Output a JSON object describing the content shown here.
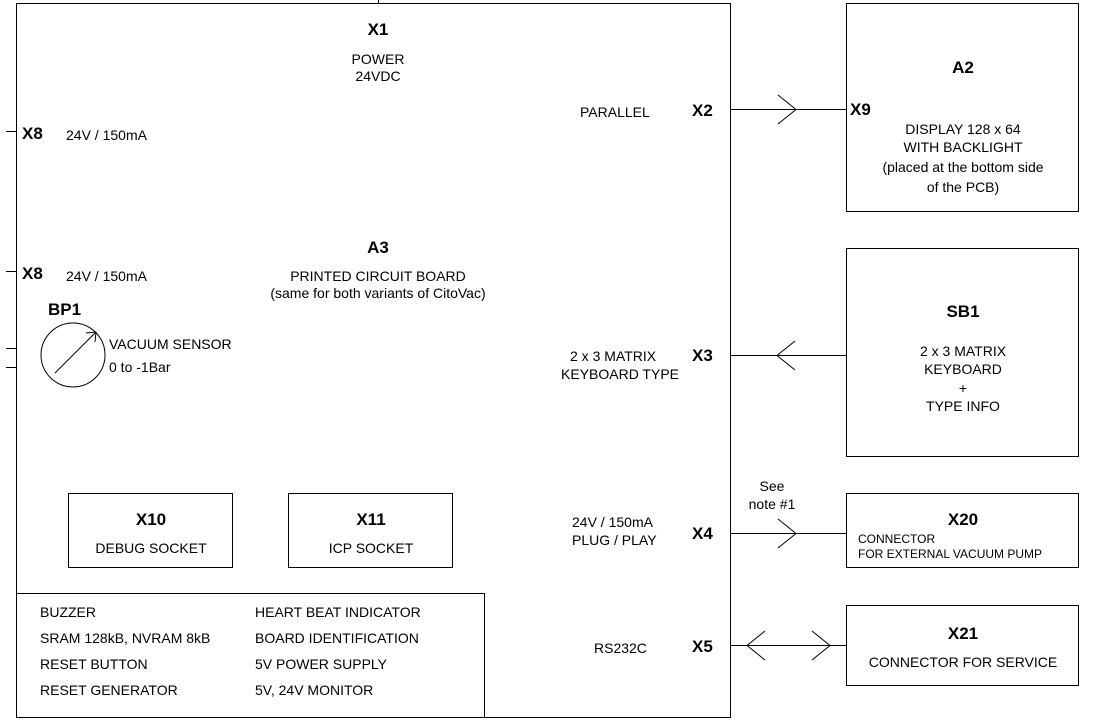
{
  "main_board": {
    "connector_power": "X1",
    "power_label": "POWER",
    "power_voltage": "24VDC",
    "board_id": "A3",
    "board_title": "PRINTED CIRCUIT BOARD",
    "board_note": "(same for both variants of CitoVac)",
    "x8_top": {
      "id": "X8",
      "label": "24V / 150mA"
    },
    "x8_bottom": {
      "id": "X8",
      "label": "24V / 150mA"
    },
    "sensor": {
      "id": "BP1",
      "name": "VACUUM SENSOR",
      "range": "0 to -1Bar"
    },
    "x10": {
      "id": "X10",
      "label": "DEBUG SOCKET"
    },
    "x11": {
      "id": "X11",
      "label": "ICP SOCKET"
    },
    "features_left": [
      "BUZZER",
      "SRAM 128kB, NVRAM 8kB",
      "RESET BUTTON",
      "RESET GENERATOR"
    ],
    "features_right": [
      "HEART BEAT INDICATOR",
      "BOARD IDENTIFICATION",
      "5V POWER SUPPLY",
      "5V, 24V MONITOR"
    ],
    "x2": {
      "id": "X2",
      "label": "PARALLEL"
    },
    "x3": {
      "id": "X3",
      "label_line1": "2 x 3 MATRIX",
      "label_line2": "KEYBOARD TYPE"
    },
    "x4": {
      "id": "X4",
      "label_line1": "24V / 150mA",
      "label_line2": "PLUG / PLAY"
    },
    "x5": {
      "id": "X5",
      "label": "RS232C"
    }
  },
  "see_note": {
    "line1": "See",
    "line2": "note #1"
  },
  "a2": {
    "id": "A2",
    "connector": "X9",
    "lines": [
      "DISPLAY 128 x 64",
      "WITH BACKLIGHT",
      "(placed at the bottom side",
      "of the PCB)"
    ]
  },
  "sb1": {
    "id": "SB1",
    "lines": [
      "2 x 3 MATRIX",
      "KEYBOARD",
      "+",
      "TYPE INFO"
    ]
  },
  "x20": {
    "id": "X20",
    "line1": "CONNECTOR",
    "line2": "FOR EXTERNAL VACUUM PUMP"
  },
  "x21": {
    "id": "X21",
    "label": "CONNECTOR FOR SERVICE"
  }
}
